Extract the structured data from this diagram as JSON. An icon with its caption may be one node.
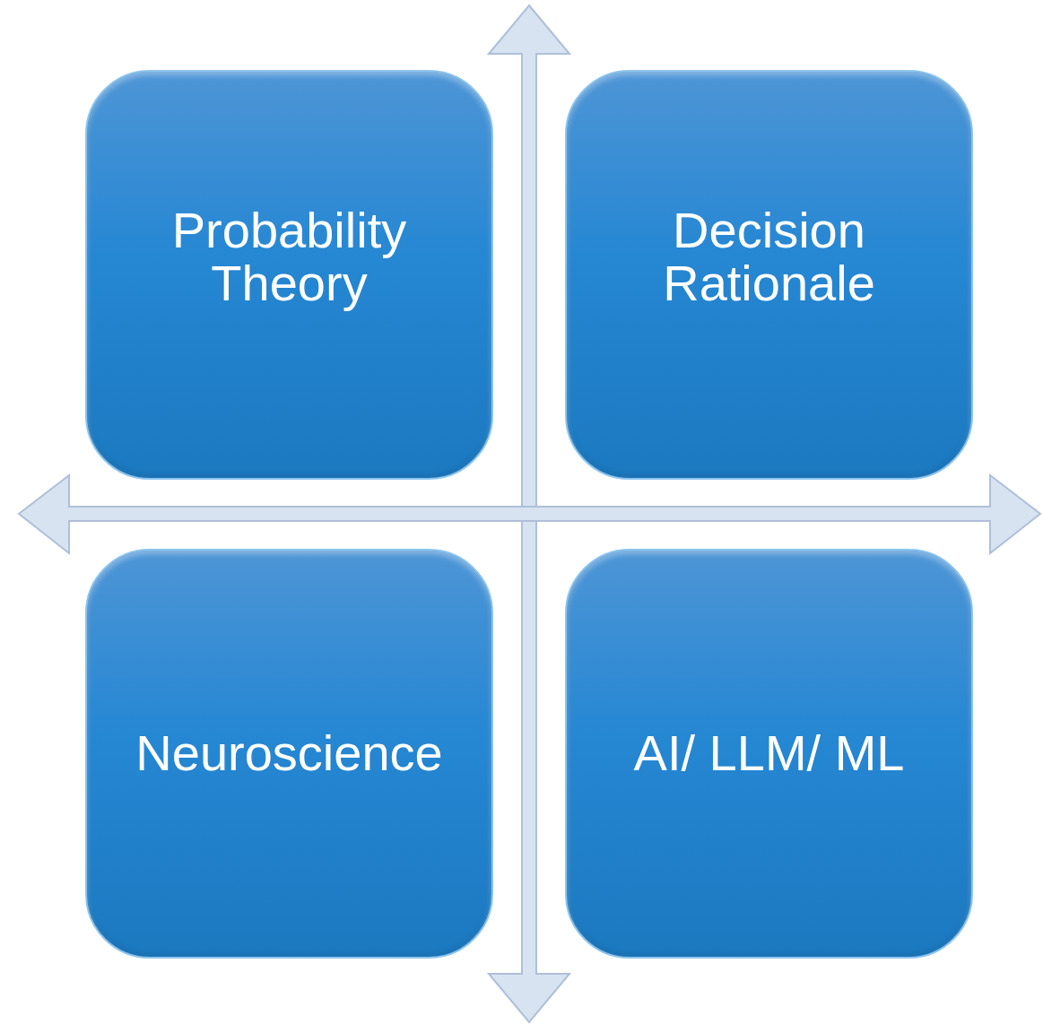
{
  "diagram": {
    "nodes": [
      {
        "text": [
          "Probability Theory"
        ]
      },
      {
        "text": [
          "Decision Rationale"
        ]
      },
      {
        "text": [
          "Neuroscience"
        ]
      },
      {
        "text": [
          "AI/ LLM/ ML"
        ]
      }
    ]
  }
}
